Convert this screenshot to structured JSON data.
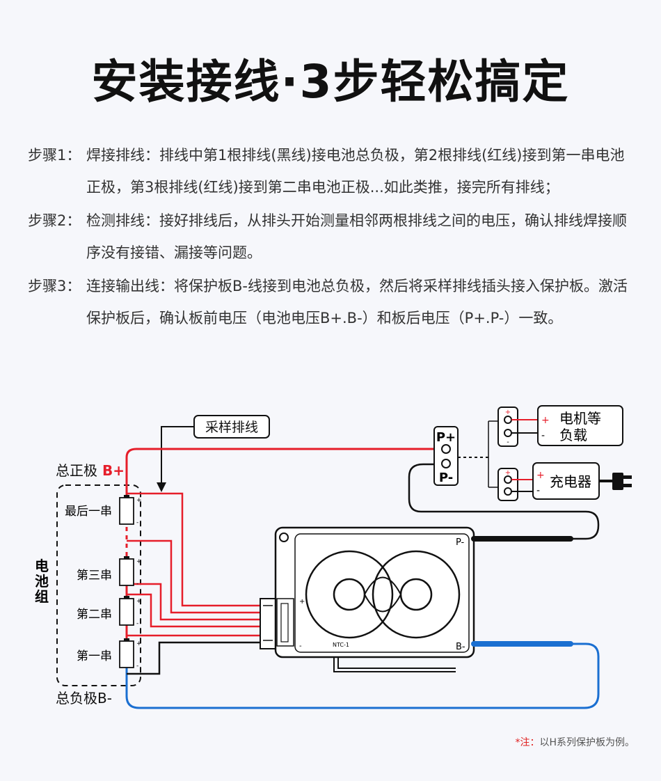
{
  "title": "安装接线·3步轻松搞定",
  "steps": [
    {
      "label": "步骤1：",
      "name": "焊接排线：",
      "text": "排线中第1根排线(黑线)接电池总负极，第2根排线(红线)接到第一串电池正极，第3根排线(红线)接到第二串电池正极...如此类推，接完所有排线；"
    },
    {
      "label": "步骤2：",
      "name": "检测排线：",
      "text": "接好排线后，从排头开始测量相邻两根排线之间的电压，确认排线焊接顺序没有接错、漏接等问题。"
    },
    {
      "label": "步骤3：",
      "name": "连接输出线：",
      "text": "将保护板B-线接到电池总负极，然后将采样排线插头接入保护板。激活保护板后，确认板前电压（电池电压B+.B-）和板后电压（P+.P-）一致。"
    }
  ],
  "diagram": {
    "sampling_cable": "采样排线",
    "pos_label": "总正极",
    "pos_code": "B+",
    "neg_label": "总负极B-",
    "pack_label": [
      "电",
      "池",
      "组"
    ],
    "cells": [
      "最后一串",
      "第三串",
      "第二串",
      "第一串"
    ],
    "port_pp": "P+",
    "port_pm": "P-",
    "load": [
      "电机等",
      "负载"
    ],
    "charger": "充电器",
    "board_pm": "P-",
    "board_bm": "B-",
    "ntc": "NTC-1",
    "plus": "+",
    "minus": "-"
  },
  "note": {
    "mark": "*注：",
    "text": "以H系列保护板为例。"
  },
  "colors": {
    "red": "#e61e2a",
    "blue": "#1a6fd1",
    "black": "#111111",
    "background": "#f6f7fb"
  }
}
